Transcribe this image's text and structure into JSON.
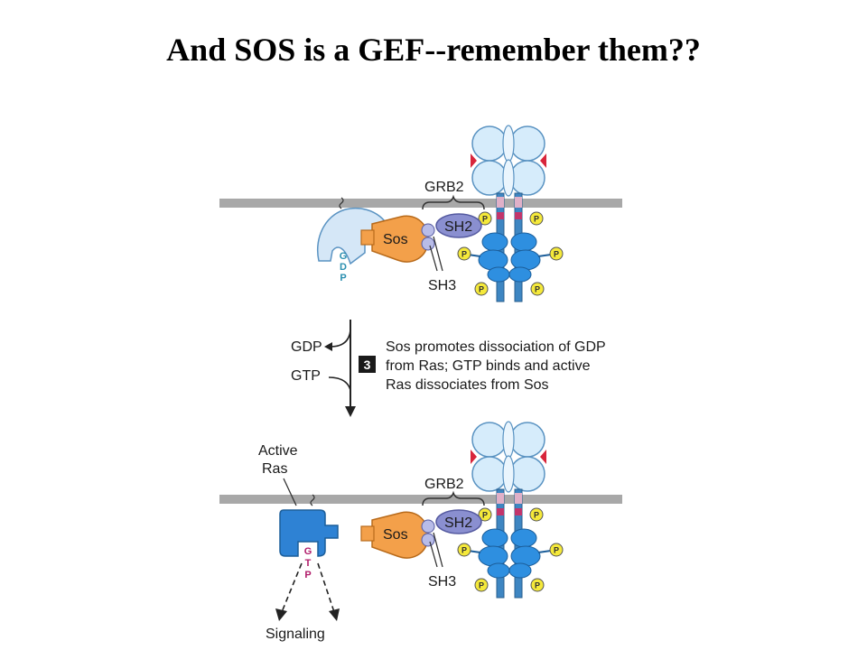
{
  "title": "And SOS is a GEF--remember them??",
  "top_panel": {
    "grb2_label": "GRB2",
    "sos_label": "Sos",
    "sh2_label": "SH2",
    "sh3_label": "SH3",
    "nucleotide": [
      "G",
      "D",
      "P"
    ]
  },
  "step": {
    "number": "3",
    "text_lines": [
      "Sos promotes dissociation of GDP",
      "from Ras; GTP binds and active",
      "Ras dissociates from Sos"
    ],
    "released_label": "GDP",
    "bound_label": "GTP"
  },
  "bottom_panel": {
    "active_ras_line1": "Active",
    "active_ras_line2": "Ras",
    "grb2_label": "GRB2",
    "sos_label": "Sos",
    "sh2_label": "SH2",
    "sh3_label": "SH3",
    "nucleotide": [
      "G",
      "T",
      "P"
    ],
    "signaling_label": "Signaling"
  },
  "phospho_label": "P",
  "colors": {
    "membrane": "#a8a8a8",
    "receptor_domain": "#d6ecfb",
    "receptor_stalk": "#3e86c2",
    "ras": "#2e82d4",
    "ras_inactive": "#d5e7f7",
    "sos": "#f3a04a",
    "sh2": "#8a8fd0",
    "phospho": "#f5e93a",
    "gdp_text": "#2a8fb0",
    "gtp_text": "#b01c6a"
  }
}
